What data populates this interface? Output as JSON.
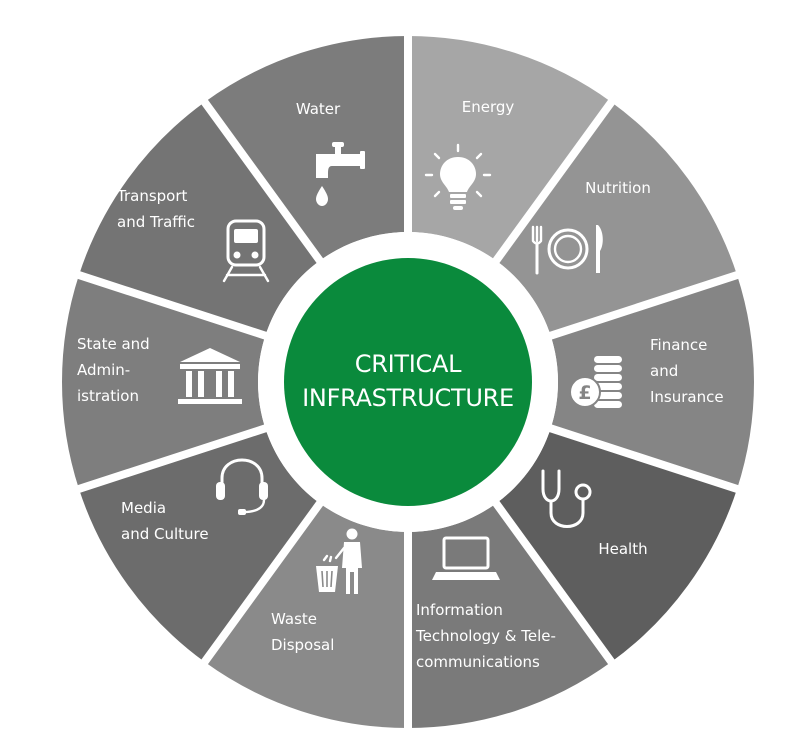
{
  "center": {
    "lines": [
      "CRITICAL",
      "INFRASTRUCTURE"
    ],
    "color": "#0a8a3c"
  },
  "sectors": [
    {
      "id": "energy",
      "lines": [
        "Energy"
      ],
      "icon": "light-bulb-icon",
      "color": "#a6a6a6"
    },
    {
      "id": "nutrition",
      "lines": [
        "Nutrition"
      ],
      "icon": "plate-cutlery-icon",
      "color": "#949494"
    },
    {
      "id": "finance",
      "lines": [
        "Finance",
        "and",
        "Insurance"
      ],
      "icon": "coins-pound-icon",
      "color": "#858585"
    },
    {
      "id": "health",
      "lines": [
        "Health"
      ],
      "icon": "stethoscope-icon",
      "color": "#5e5e5e"
    },
    {
      "id": "it",
      "lines": [
        "Information",
        "Technology & Tele-",
        "communications"
      ],
      "icon": "laptop-icon",
      "color": "#7a7a7a"
    },
    {
      "id": "waste",
      "lines": [
        "Waste",
        "Disposal"
      ],
      "icon": "trash-bin-person-icon",
      "color": "#8a8a8a"
    },
    {
      "id": "media",
      "lines": [
        "Media",
        "and Culture"
      ],
      "icon": "headset-icon",
      "color": "#6c6c6c"
    },
    {
      "id": "state",
      "lines": [
        "State and",
        "Admin-",
        "istration"
      ],
      "icon": "government-building-icon",
      "color": "#7e7e7e"
    },
    {
      "id": "transport",
      "lines": [
        "Transport",
        "and Traffic"
      ],
      "icon": "train-icon",
      "color": "#747474"
    },
    {
      "id": "water",
      "lines": [
        "Water"
      ],
      "icon": "water-tap-icon",
      "color": "#7c7c7c"
    }
  ]
}
